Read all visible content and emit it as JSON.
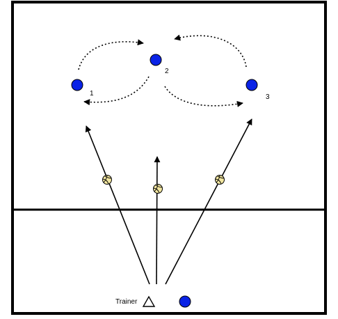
{
  "players": [
    {
      "label": "1"
    },
    {
      "label": "2"
    },
    {
      "label": "3"
    }
  ],
  "trainer": {
    "label": "Trainer"
  },
  "colors": {
    "court_line": "#000000",
    "player_fill": "#0a23e6",
    "ball_fill": "#f2e6a0",
    "arrow": "#000000"
  }
}
